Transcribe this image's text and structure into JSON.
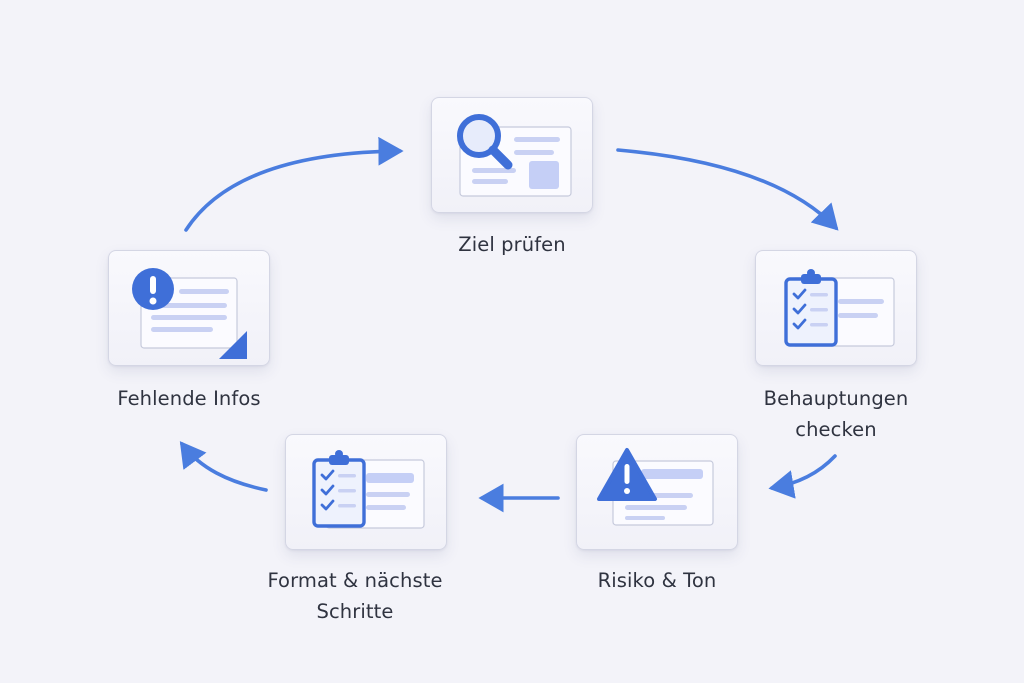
{
  "colors": {
    "accent": "#3f6fd8",
    "arrow": "#4a7ddf",
    "doc_line": "#c9d1f3",
    "doc_border": "#c6cadc",
    "label_text": "#2f3340",
    "background": "#f3f3f9"
  },
  "steps": [
    {
      "id": "goal",
      "lines": [
        "Ziel prüfen"
      ],
      "icon": "magnifier-icon"
    },
    {
      "id": "claims",
      "lines": [
        "Behauptungen",
        "checken"
      ],
      "icon": "clipboard-checklist-icon"
    },
    {
      "id": "risk",
      "lines": [
        "Risiko & Ton"
      ],
      "icon": "warning-triangle-icon"
    },
    {
      "id": "format",
      "lines": [
        "Format & nächste",
        "Schritte"
      ],
      "icon": "clipboard-checklist-icon"
    },
    {
      "id": "missing",
      "lines": [
        "Fehlende Infos"
      ],
      "icon": "exclamation-circle-icon"
    }
  ]
}
